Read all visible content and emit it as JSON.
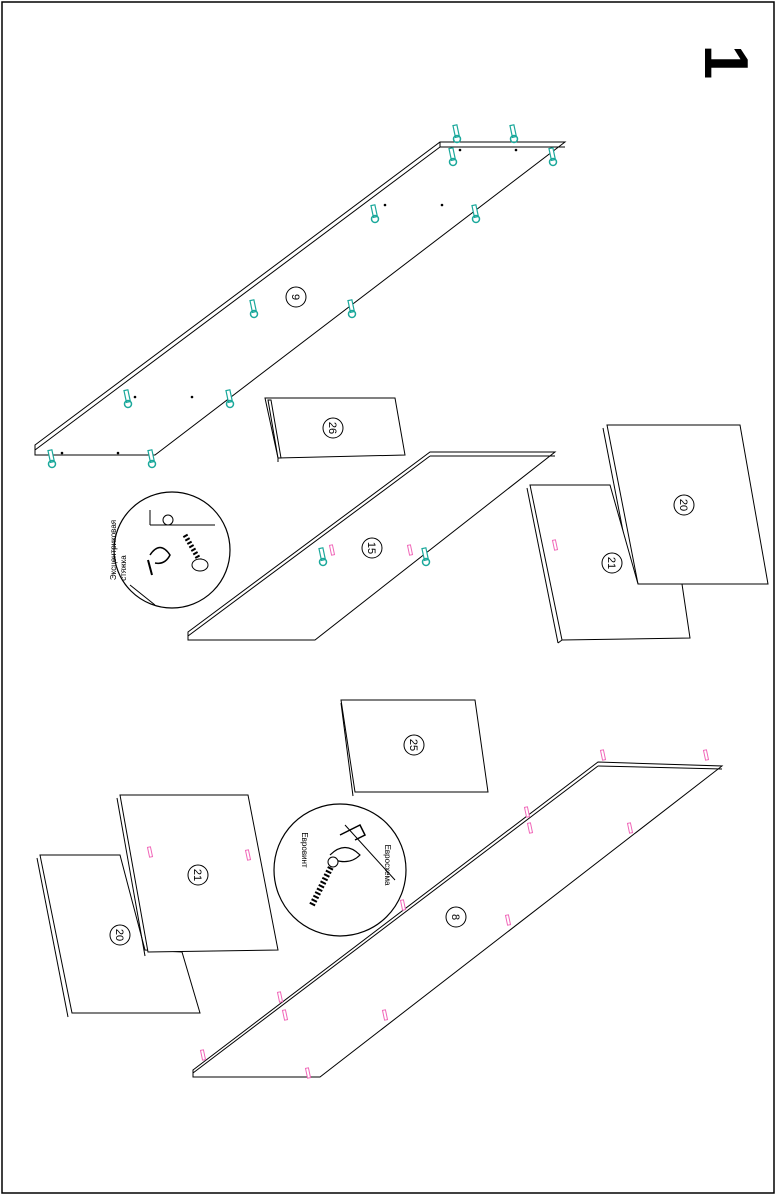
{
  "step_number": "1",
  "colors": {
    "line": "#000000",
    "dowel": "#1aa89b",
    "minifix_pin": "#f066b8",
    "background": "#ffffff"
  },
  "parts": {
    "p9": "9",
    "p26": "26",
    "p15": "15",
    "p20_top": "20",
    "p21_top": "21",
    "p25": "25",
    "p21_bottom": "21",
    "p20_bottom": "20",
    "p8": "8"
  },
  "callouts": {
    "eccentric_label_1": "Эксцентриковая",
    "eccentric_label_2": "стяжка",
    "euroscrew_label": "Евровинт",
    "euroscrew_label_2": "Евросхема"
  },
  "icons": {
    "dowel": "wooden-dowel-icon",
    "pin": "minifix-pin-icon",
    "eccentric": "eccentric-cam-icon",
    "screw": "euroscrew-icon"
  }
}
